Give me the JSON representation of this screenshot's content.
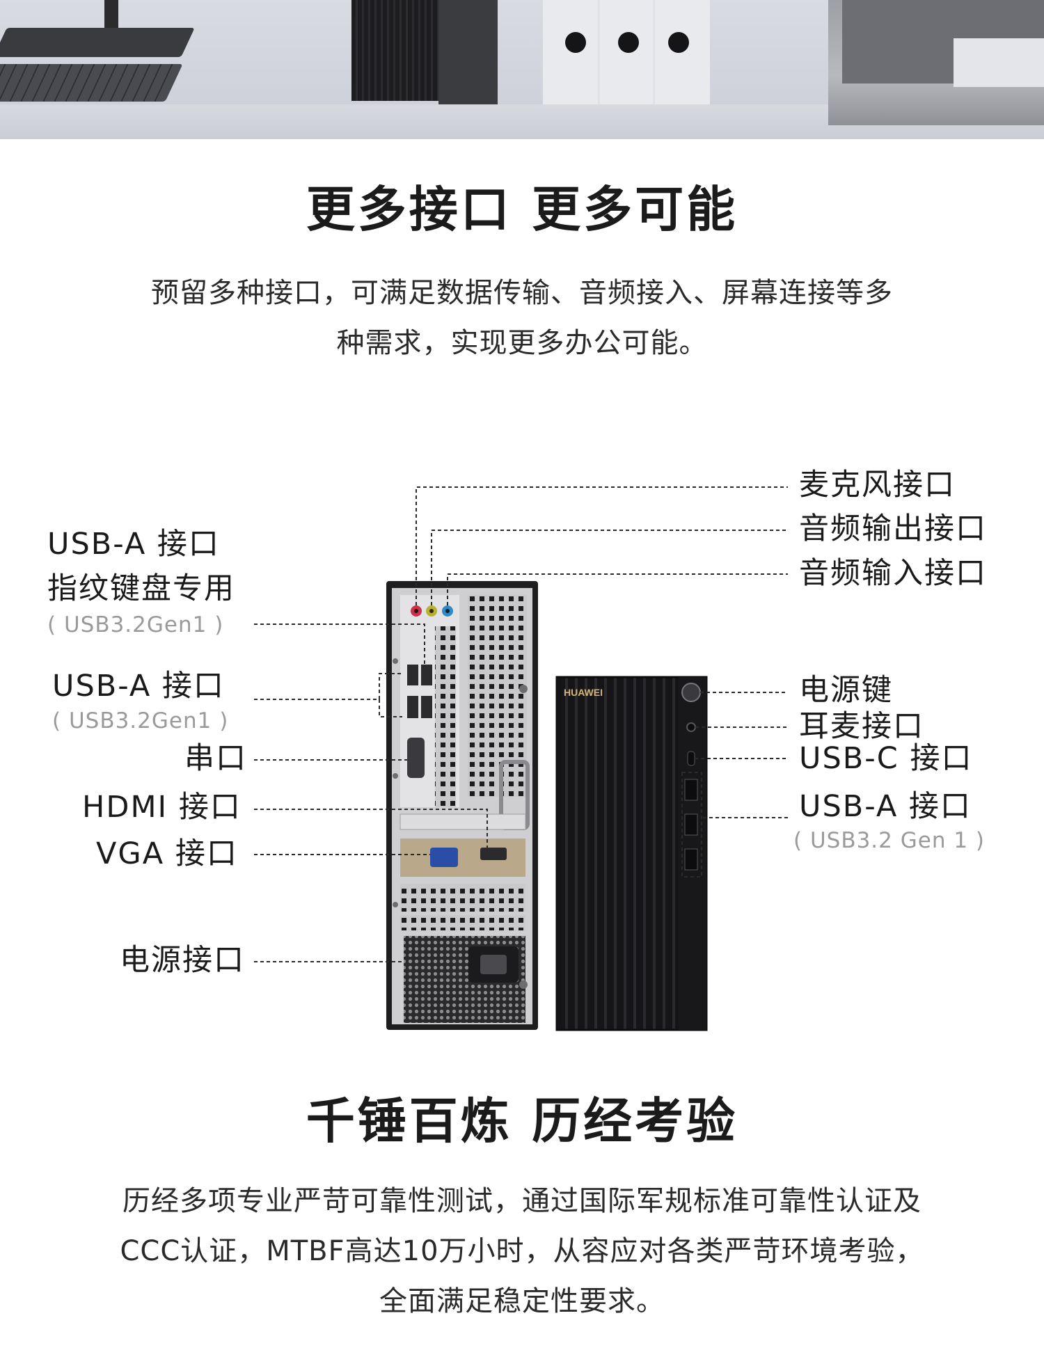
{
  "section1": {
    "title": "更多接口 更多可能",
    "description_lines": [
      "预留多种接口，可满足数据传输、音频接入、屏幕连接等多",
      "种需求，实现更多办公可能。"
    ]
  },
  "ports_diagram": {
    "brand": "HUAWEI",
    "left_labels": {
      "usb_a_fingerprint": {
        "line1": "USB-A 接口",
        "line2": "指纹键盘专用",
        "sub": "( USB3.2Gen1 )"
      },
      "usb_a": {
        "line1": "USB-A 接口",
        "sub": "( USB3.2Gen1 )"
      },
      "serial": "串口",
      "hdmi": "HDMI 接口",
      "vga": "VGA 接口",
      "power_port": "电源接口"
    },
    "right_labels": {
      "mic": "麦克风接口",
      "audio_out": "音频输出接口",
      "audio_in": "音频输入接口",
      "power_button": "电源键",
      "headset": "耳麦接口",
      "usb_c": "USB-C 接口",
      "usb_a_front": {
        "line1": "USB-A 接口",
        "sub": "( USB3.2 Gen 1 )"
      }
    }
  },
  "section2": {
    "title": "千锤百炼 历经考验",
    "description_lines": [
      "历经多项专业严苛可靠性测试，通过国际军规标准可靠性认证及",
      "CCC认证，MTBF高达10万小时，从容应对各类严苛环境考验，",
      "全面满足稳定性要求。"
    ]
  }
}
